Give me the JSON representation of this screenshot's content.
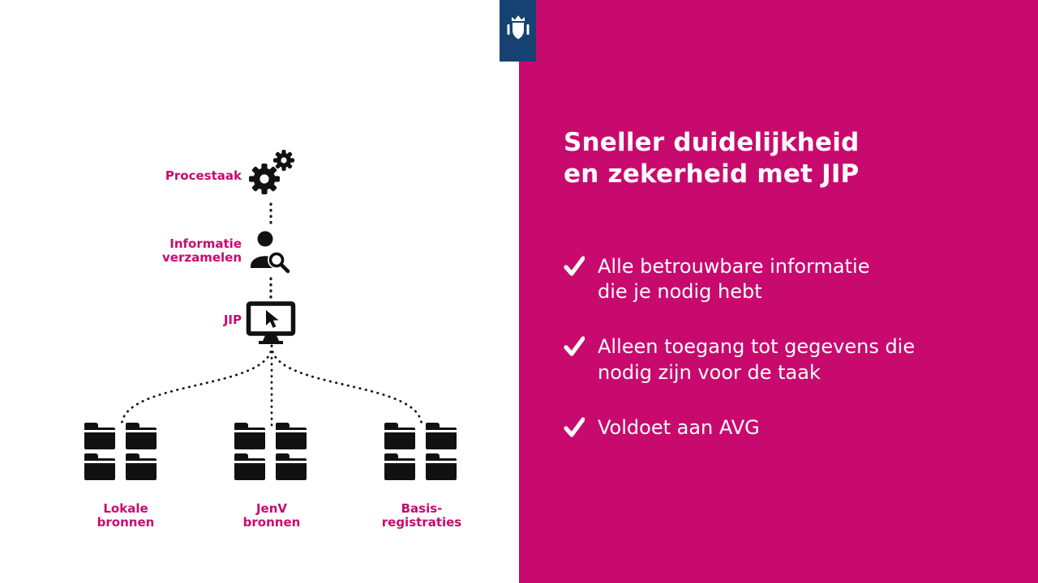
{
  "slide": {
    "accent_color": "#c80a6e",
    "logo_color": "#154273",
    "title": "Sneller duidelijkheid\nen zekerheid met JIP",
    "bullets": [
      {
        "text": "Alle betrouwbare informatie\ndie je nodig hebt"
      },
      {
        "text": "Alleen toegang tot gegevens die\nnodig zijn voor de taak"
      },
      {
        "text": "Voldoet aan AVG"
      }
    ],
    "icons": {
      "logo": "rijksoverheid-crest",
      "bullet": "check-icon",
      "step1": "gears-icon",
      "step2": "person-search-icon",
      "step3": "monitor-cursor-icon",
      "source": "folder-icon"
    }
  },
  "diagram": {
    "step1_label": "Procestaak",
    "step2_label": "Informatie\nverzamelen",
    "step3_label": "JIP",
    "sources": [
      {
        "label": "Lokale\nbronnen"
      },
      {
        "label": "JenV\nbronnen"
      },
      {
        "label": "Basis-\nregistraties"
      }
    ]
  }
}
